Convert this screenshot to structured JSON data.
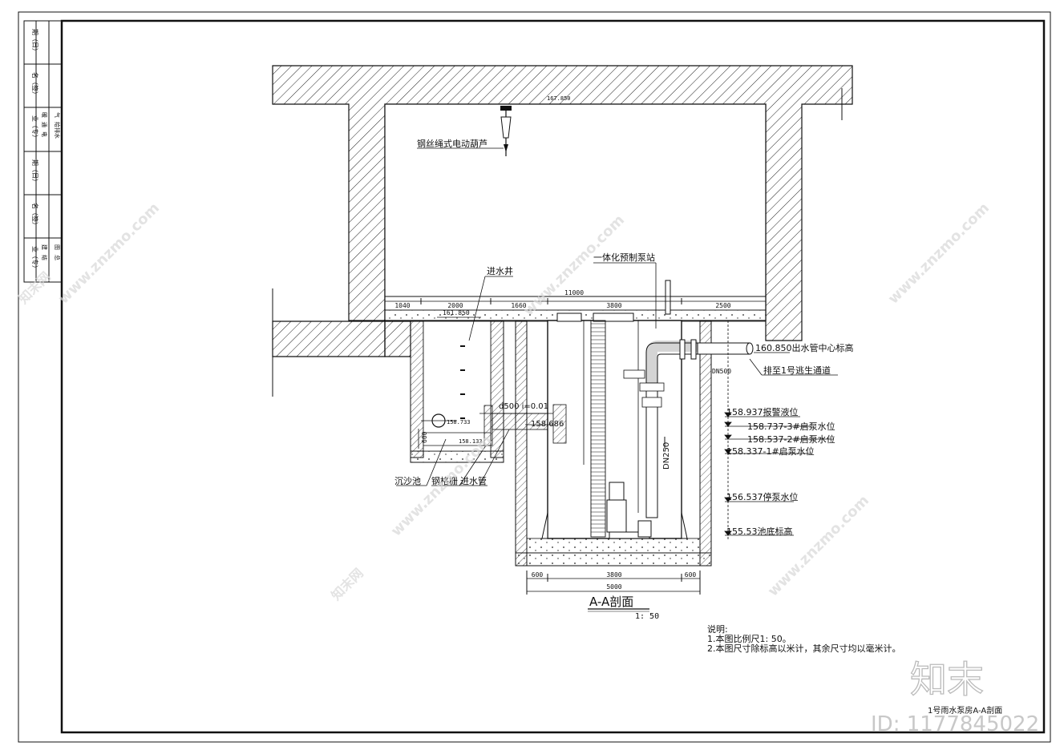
{
  "title_block": {
    "rows_top": [
      "期（日）",
      "名（签）",
      "业（专）"
    ],
    "rows_mid": [
      "期（日）",
      "名（签）",
      "业（专）"
    ],
    "cols_top": [
      "暖",
      "通",
      "电",
      "气",
      "给排水"
    ],
    "cols_bottom": [
      "建",
      "结",
      "图",
      "总"
    ]
  },
  "labels": {
    "hoist": "钢丝绳式电动葫芦",
    "roof_level": "167.850",
    "pump_station": "一体化预制泵站",
    "inlet_well": "进水井",
    "floor_level": "161.850",
    "outlet_center": "160.850出水管中心标高",
    "discharge": "排至1号逃生通道",
    "dn500": "DN500",
    "alarm_level": "158.937报警液位",
    "start3": "158.737-3#启泵水位",
    "start2": "158.537-2#启泵水位",
    "start1": "158.337-1#启泵水位",
    "stop_level": "156.537停泵水位",
    "bottom_level": "155.53池底标高",
    "inlet_pipe_spec": "d500 i=0.01",
    "inlet_pipe_level": "158.686",
    "dn250": "DN250",
    "sand_basin": "沉沙池",
    "grating": "钢格栅",
    "inlet_pipe": "进水管",
    "dim_600_v": "600",
    "basin_level_a": "158.733",
    "basin_level_b": "158.133"
  },
  "dimensions_top": {
    "total": "11000",
    "segments": [
      "1040",
      "2000",
      "1660",
      "3800",
      "2500"
    ]
  },
  "dimensions_bottom": {
    "total": "5000",
    "segments": [
      "600",
      "3800",
      "600"
    ]
  },
  "section": {
    "title": "A-A剖面",
    "scale": "1: 50"
  },
  "notes": {
    "heading": "说明:",
    "items": [
      "1.本图比例尺1: 50。",
      "2.本图尺寸除标高以米计，其余尺寸均以毫米计。"
    ]
  },
  "drawing_name": "1号雨水泵房A-A剖面",
  "watermark": {
    "brand": "知末",
    "id": "ID: 1177845022",
    "site": "www.znzmo.com",
    "site_cn": "知末网"
  }
}
